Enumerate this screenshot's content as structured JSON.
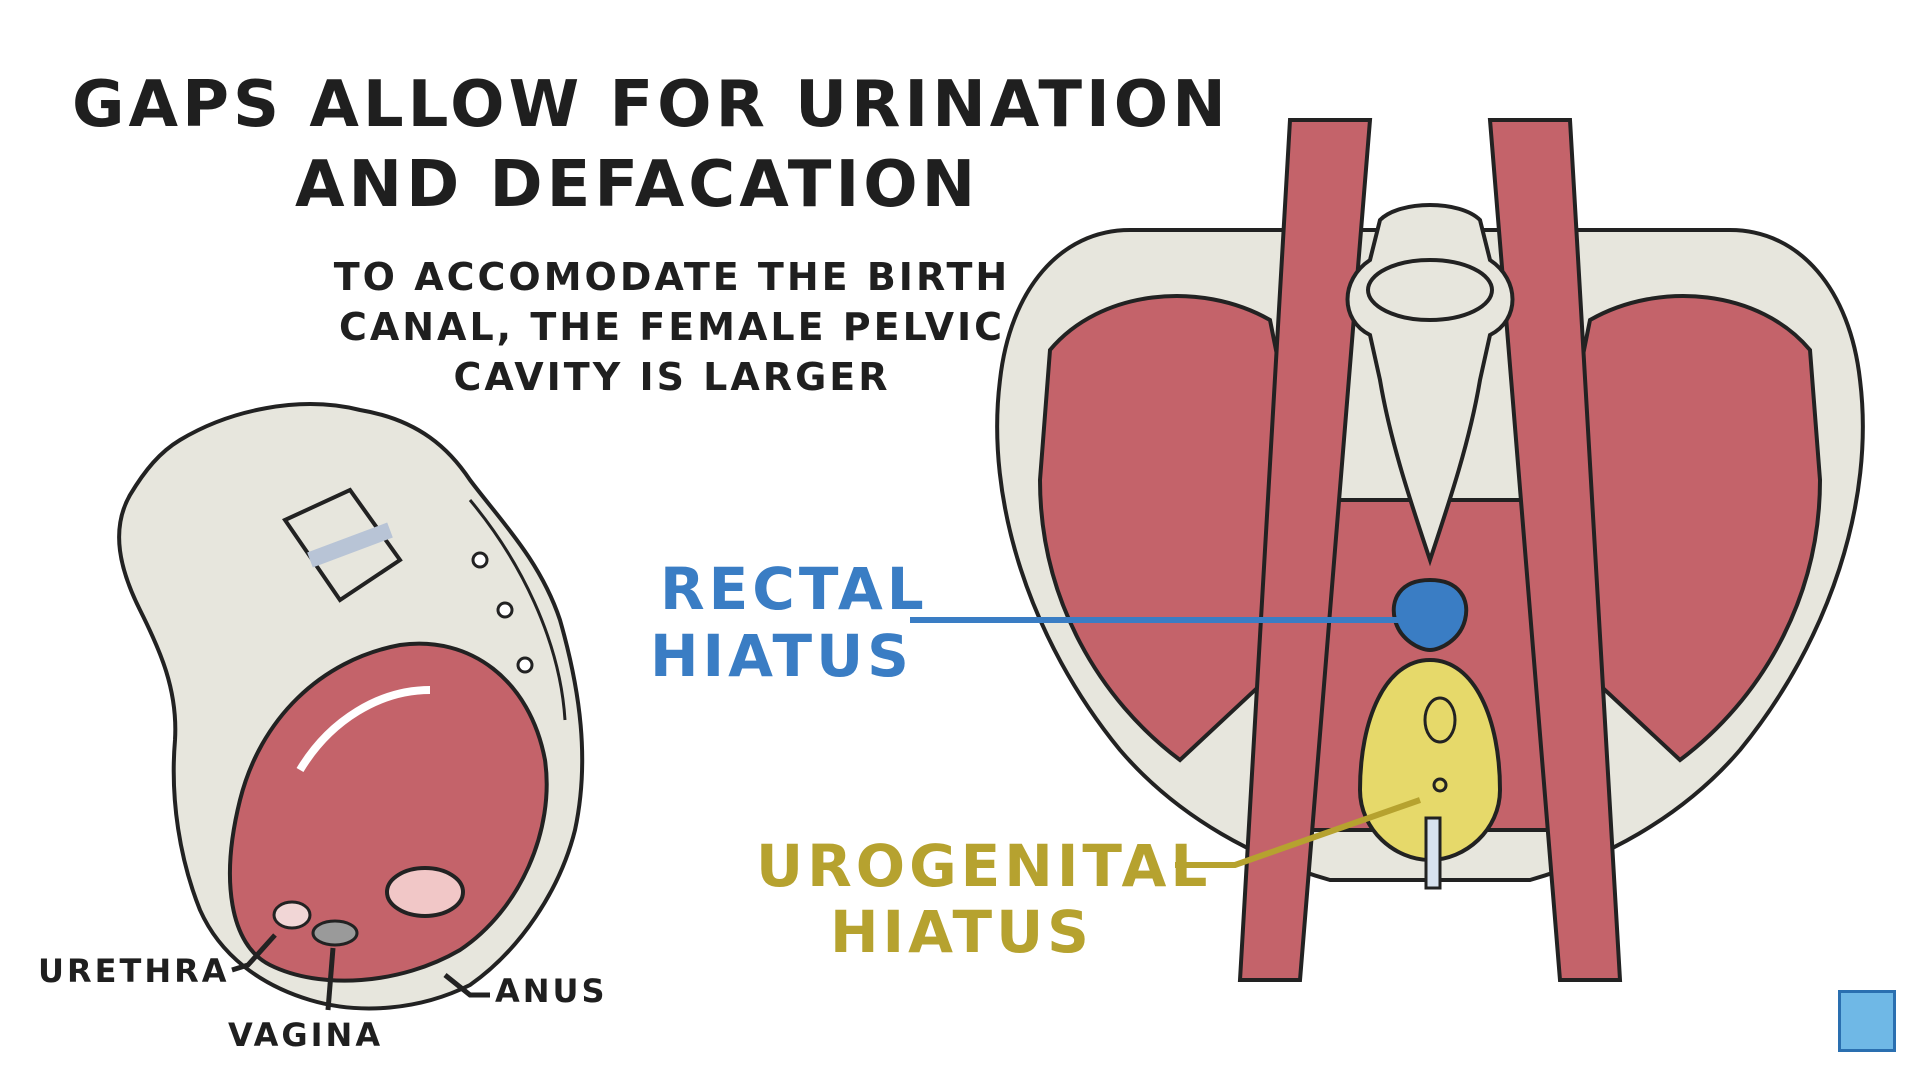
{
  "title": {
    "line1": "GAPS ALLOW FOR URINATION",
    "line2": "AND DEFACATION"
  },
  "subtitle": {
    "line1": "TO ACCOMODATE THE BIRTH",
    "line2": "CANAL, THE FEMALE PELVIC",
    "line3": "CAVITY IS LARGER"
  },
  "labels": {
    "rectal_line1": "RECTAL",
    "rectal_line2": "HIATUS",
    "urogenital_line1": "UROGENITAL",
    "urogenital_line2": "HIATUS",
    "urethra": "URETHRA",
    "vagina": "VAGINA",
    "anus": "ANUS"
  },
  "colors": {
    "muscle": "#c4636a",
    "bone": "#e7e6dd",
    "outline": "#222222",
    "rectal": "#3a7dc4",
    "urogenital": "#b6a22f",
    "urogenital_fill": "#e6d96a"
  },
  "icons": {
    "logo": "brain-logo-icon"
  }
}
